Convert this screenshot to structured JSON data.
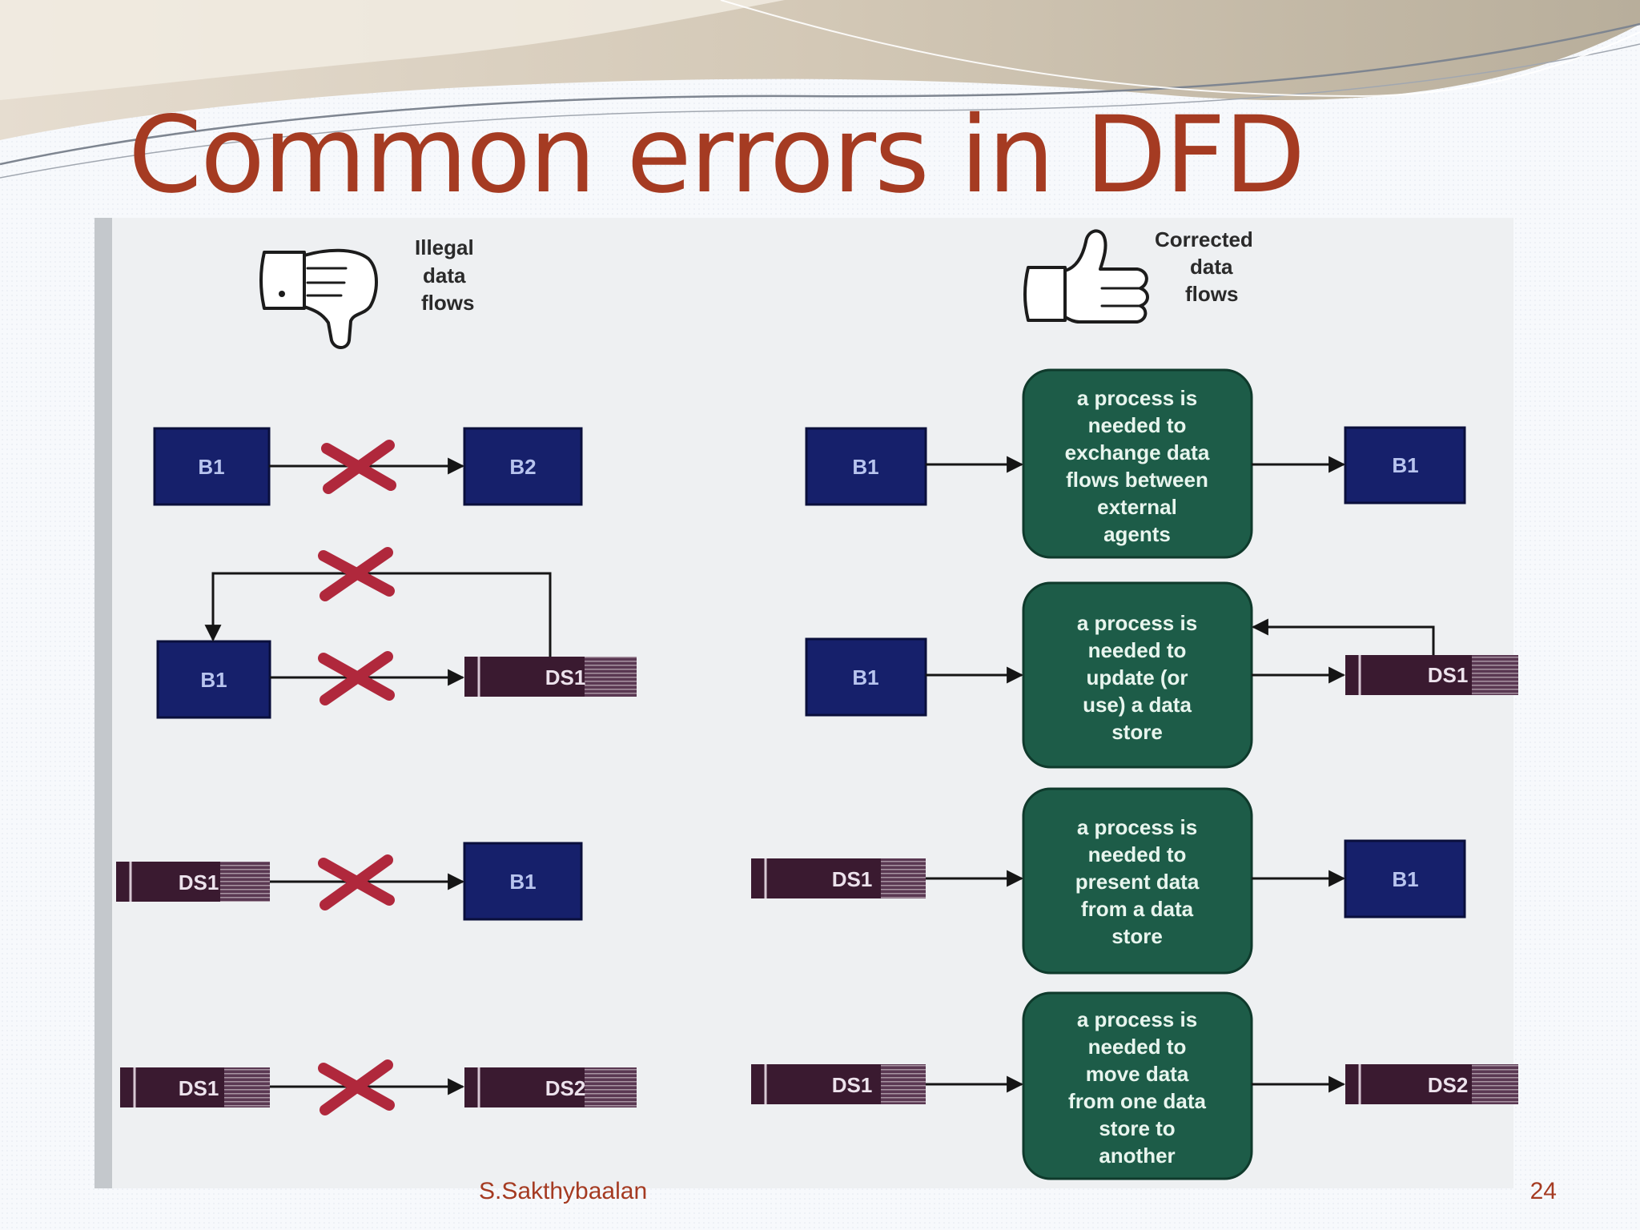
{
  "slide": {
    "title": "Common errors in DFD",
    "author": "S.Sakthybaalan",
    "page_number": "24"
  },
  "colors": {
    "title": "#a53b22",
    "external_agent": "#16206b",
    "data_store": "#3a1a30",
    "process": "#1d5c48",
    "cross_mark": "#b0283c"
  },
  "diagram": {
    "illegal_header": {
      "icon": "thumbs-down-icon",
      "lines": [
        "Illegal",
        "data",
        "flows"
      ]
    },
    "corrected_header": {
      "icon": "thumbs-up-icon",
      "lines": [
        "Corrected",
        "data",
        "flows"
      ]
    },
    "rows": [
      {
        "illegal": {
          "source": "B1",
          "target": "B2"
        },
        "corrected": {
          "source": "B1",
          "process_lines": [
            "a process is",
            "needed to",
            "exchange data",
            "flows between",
            "external",
            "agents"
          ],
          "target": "B1"
        }
      },
      {
        "illegal": {
          "source": "B1",
          "target": "DS1"
        },
        "corrected": {
          "source": "B1",
          "process_lines": [
            "a process is",
            "needed to",
            "update (or",
            "use) a data",
            "store"
          ],
          "target": "DS1"
        }
      },
      {
        "illegal": {
          "source": "DS1",
          "target": "B1"
        },
        "corrected": {
          "source": "DS1",
          "process_lines": [
            "a process is",
            "needed to",
            "present data",
            "from a data",
            "store"
          ],
          "target": "B1"
        }
      },
      {
        "illegal": {
          "source": "DS1",
          "target": "DS2"
        },
        "corrected": {
          "source": "DS1",
          "process_lines": [
            "a process is",
            "needed to",
            "move data",
            "from one data",
            "store to",
            "another"
          ],
          "target": "DS2"
        }
      }
    ]
  }
}
